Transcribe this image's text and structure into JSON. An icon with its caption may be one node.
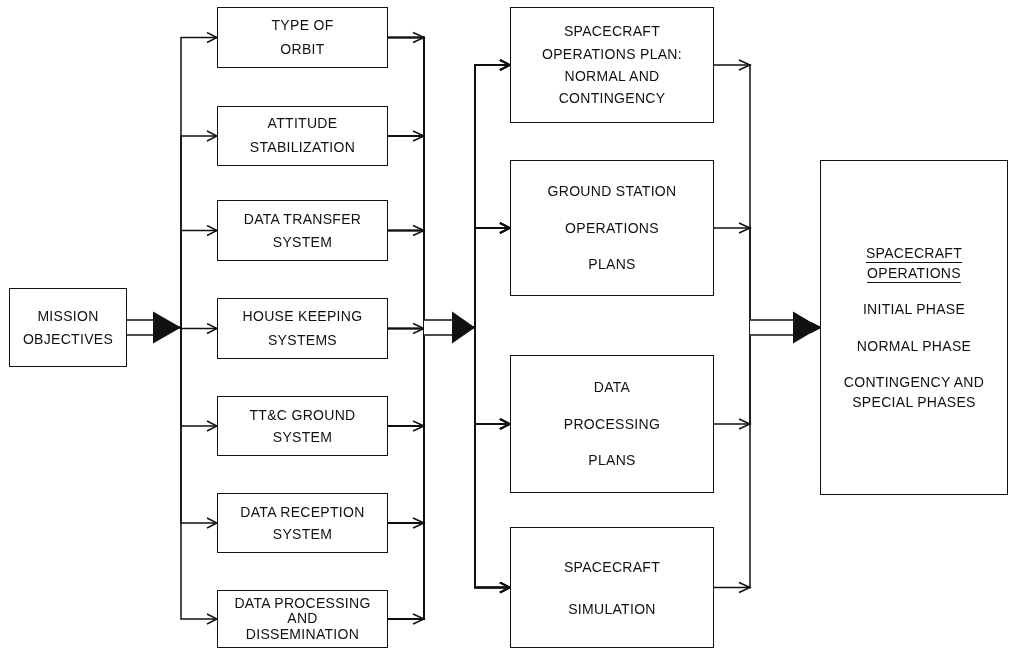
{
  "diagram": {
    "nodes": [
      {
        "text": [
          "MISSION OBJECTIVES"
        ]
      },
      {
        "text": [
          "TYPE OF ORBIT"
        ]
      },
      {
        "text": [
          "ATTITUDE STABILIZATION"
        ]
      },
      {
        "text": [
          "DATA TRANSFER SYSTEM"
        ]
      },
      {
        "text": [
          "HOUSE KEEPING SYSTEMS"
        ]
      },
      {
        "text": [
          "TT&C GROUND SYSTEM"
        ]
      },
      {
        "text": [
          "DATA RECEPTION SYSTEM"
        ]
      },
      {
        "text": [
          "DATA PROCESSING AND DISSEMINATION"
        ]
      },
      {
        "text": [
          "SPACECRAFT OPERATIONS PLAN: NORMAL AND CONTINGENCY"
        ]
      },
      {
        "text": [
          "GROUND STATION OPERATIONS PLANS"
        ]
      },
      {
        "text": [
          "DATA PROCESSING PLANS"
        ]
      },
      {
        "text": [
          "SPACECRAFT SIMULATION"
        ]
      },
      {
        "text": [
          "SPACECRAFT OPERATIONS",
          "INITIAL PHASE",
          "NORMAL PHASE",
          "CONTINGENCY AND SPECIAL PHASES"
        ]
      }
    ],
    "edges": [
      {
        "from": 0,
        "to": 1,
        "arrow": "to"
      },
      {
        "from": 0,
        "to": 2,
        "arrow": "to"
      },
      {
        "from": 0,
        "to": 3,
        "arrow": "to"
      },
      {
        "from": 0,
        "to": 4,
        "arrow": "to"
      },
      {
        "from": 0,
        "to": 5,
        "arrow": "to"
      },
      {
        "from": 0,
        "to": 6,
        "arrow": "to"
      },
      {
        "from": 0,
        "to": 7,
        "arrow": "to"
      },
      {
        "from": 1,
        "to": 8,
        "arrow": "to"
      },
      {
        "from": 1,
        "to": 9,
        "arrow": "to"
      },
      {
        "from": 1,
        "to": 10,
        "arrow": "to"
      },
      {
        "from": 1,
        "to": 11,
        "arrow": "to"
      },
      {
        "from": 2,
        "to": 8,
        "arrow": "to"
      },
      {
        "from": 2,
        "to": 9,
        "arrow": "to"
      },
      {
        "from": 2,
        "to": 10,
        "arrow": "to"
      },
      {
        "from": 2,
        "to": 11,
        "arrow": "to"
      },
      {
        "from": 3,
        "to": 8,
        "arrow": "to"
      },
      {
        "from": 3,
        "to": 9,
        "arrow": "to"
      },
      {
        "from": 3,
        "to": 10,
        "arrow": "to"
      },
      {
        "from": 3,
        "to": 11,
        "arrow": "to"
      },
      {
        "from": 4,
        "to": 8,
        "arrow": "to"
      },
      {
        "from": 4,
        "to": 9,
        "arrow": "to"
      },
      {
        "from": 4,
        "to": 10,
        "arrow": "to"
      },
      {
        "from": 4,
        "to": 11,
        "arrow": "to"
      },
      {
        "from": 5,
        "to": 8,
        "arrow": "to"
      },
      {
        "from": 5,
        "to": 9,
        "arrow": "to"
      },
      {
        "from": 5,
        "to": 10,
        "arrow": "to"
      },
      {
        "from": 5,
        "to": 11,
        "arrow": "to"
      },
      {
        "from": 6,
        "to": 8,
        "arrow": "to"
      },
      {
        "from": 6,
        "to": 9,
        "arrow": "to"
      },
      {
        "from": 6,
        "to": 10,
        "arrow": "to"
      },
      {
        "from": 6,
        "to": 11,
        "arrow": "to"
      },
      {
        "from": 7,
        "to": 8,
        "arrow": "to"
      },
      {
        "from": 7,
        "to": 9,
        "arrow": "to"
      },
      {
        "from": 7,
        "to": 10,
        "arrow": "to"
      },
      {
        "from": 7,
        "to": 11,
        "arrow": "to"
      },
      {
        "from": 8,
        "to": 12,
        "arrow": "to"
      },
      {
        "from": 9,
        "to": 12,
        "arrow": "to"
      },
      {
        "from": 10,
        "to": 12,
        "arrow": "to"
      },
      {
        "from": 11,
        "to": 12,
        "arrow": "to"
      }
    ]
  }
}
